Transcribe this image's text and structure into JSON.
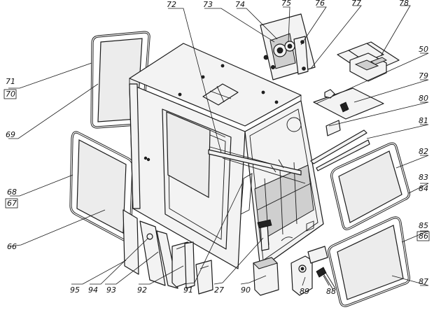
{
  "labels": [
    {
      "key": "71",
      "text": "71"
    },
    {
      "key": "70",
      "text": "70"
    },
    {
      "key": "69",
      "text": "69"
    },
    {
      "key": "72",
      "text": "72"
    },
    {
      "key": "73",
      "text": "73"
    },
    {
      "key": "74",
      "text": "74"
    },
    {
      "key": "75",
      "text": "75"
    },
    {
      "key": "76",
      "text": "76"
    },
    {
      "key": "77",
      "text": "77"
    },
    {
      "key": "78",
      "text": "78"
    },
    {
      "key": "50",
      "text": "50"
    },
    {
      "key": "79",
      "text": "79"
    },
    {
      "key": "80",
      "text": "80"
    },
    {
      "key": "81",
      "text": "81"
    },
    {
      "key": "82",
      "text": "82"
    },
    {
      "key": "83",
      "text": "83"
    },
    {
      "key": "84",
      "text": "84"
    },
    {
      "key": "85",
      "text": "85"
    },
    {
      "key": "86",
      "text": "86"
    },
    {
      "key": "87",
      "text": "87"
    },
    {
      "key": "68",
      "text": "68"
    },
    {
      "key": "67",
      "text": "67"
    },
    {
      "key": "66",
      "text": "66"
    },
    {
      "key": "95",
      "text": "95"
    },
    {
      "key": "94",
      "text": "94"
    },
    {
      "key": "93",
      "text": "93"
    },
    {
      "key": "92",
      "text": "92"
    },
    {
      "key": "91",
      "text": "91"
    },
    {
      "key": "27",
      "text": "27"
    },
    {
      "key": "90",
      "text": "90"
    },
    {
      "key": "89",
      "text": "89"
    },
    {
      "key": "88",
      "text": "88"
    }
  ]
}
